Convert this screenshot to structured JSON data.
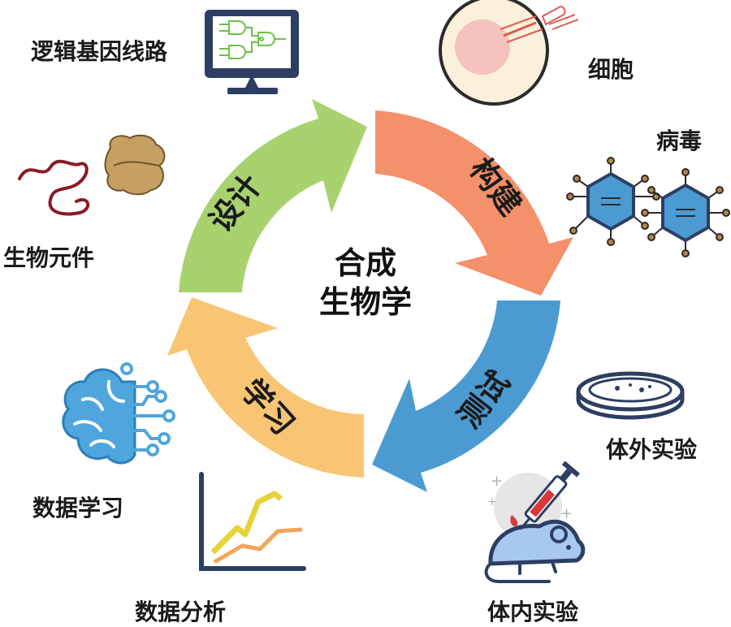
{
  "center": {
    "line1": "合成",
    "line2": "生物学"
  },
  "cycle": {
    "design": {
      "label": "设计",
      "color": "#a8d26e"
    },
    "build": {
      "label": "构建",
      "color": "#f4906a"
    },
    "test": {
      "label": "测试",
      "color": "#4b9bd2"
    },
    "learn": {
      "label": "学习",
      "color": "#f8c574"
    }
  },
  "items": {
    "logic_circuit": "逻辑基因线路",
    "cell": "细胞",
    "virus": "病毒",
    "bio_parts": "生物元件",
    "in_vitro": "体外实验",
    "data_learning": "数据学习",
    "data_analysis": "数据分析",
    "in_vivo": "体内实验"
  },
  "icons": {
    "monitor": "computer-monitor-icon",
    "cell": "cell-injection-icon",
    "virus": "molecule-icon",
    "parts": "dna-protein-icon",
    "dish": "petri-dish-icon",
    "brain": "brain-circuit-icon",
    "chart": "line-chart-icon",
    "mouse": "mouse-syringe-icon"
  }
}
